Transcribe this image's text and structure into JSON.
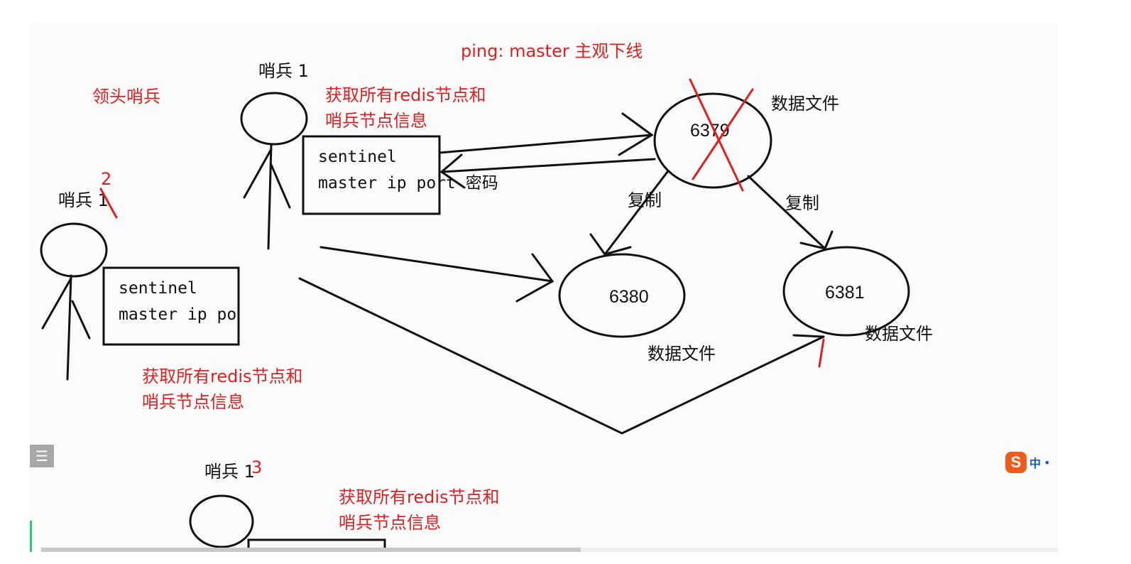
{
  "labels": {
    "leader_sentinel": "领头哨兵",
    "ping_master": "ping: master  主观下线",
    "sentinel_top": "哨兵 1",
    "sentinel_left": "哨兵 1",
    "sentinel_bottom": "哨兵 1",
    "num_2": "2",
    "num_3": "3",
    "fetch_info_line1": "获取所有redis节点和",
    "fetch_info_line2": "哨兵节点信息",
    "box_line1": "sentinel",
    "box_line2_full": "master ip port 密码",
    "box_line2_cut": "master ip po",
    "replicate": "复制",
    "data_file": "数据文件"
  },
  "nodes": {
    "master": "6379",
    "slave1": "6380",
    "slave2": "6381"
  },
  "ui": {
    "sidebar_toggle_icon": "☰",
    "ime_logo": "S",
    "ime_lang": "中",
    "ime_dot": "•"
  },
  "colors": {
    "annotation": "#e02020",
    "ink": "#111111"
  }
}
